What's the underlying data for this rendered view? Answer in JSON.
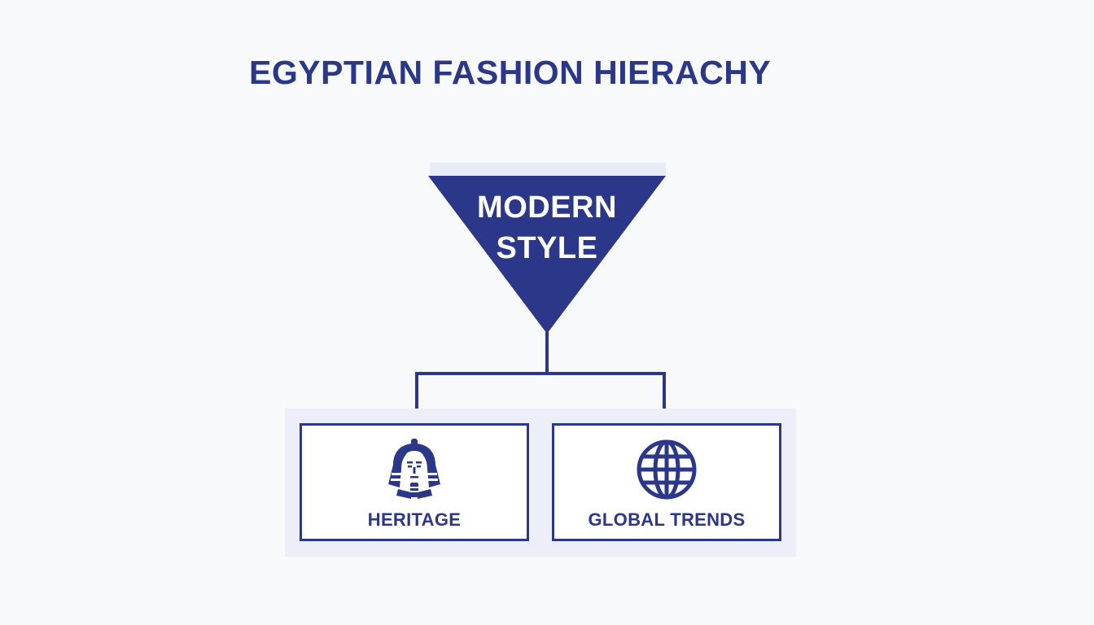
{
  "title": "EGYPTIAN FASHION HIERACHY",
  "colors": {
    "primary": "#2b3789",
    "background": "#f8f9fb",
    "panel": "#eceff8"
  },
  "top_node": {
    "label": "MODERN STYLE",
    "line1": "MODERN",
    "line2": "STYLE"
  },
  "children": [
    {
      "label": "HERITAGE",
      "icon": "pharaoh-icon"
    },
    {
      "label": "GLOBAL TRENDS",
      "icon": "globe-icon"
    }
  ]
}
